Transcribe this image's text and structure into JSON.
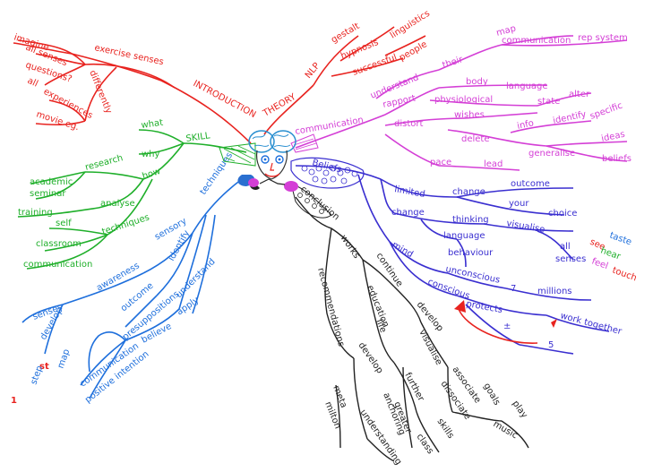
{
  "colors": {
    "introduction": "#e8231f",
    "theory": "#e8231f",
    "communication": "#d43fd6",
    "skill": "#1faf2a",
    "techniques": "#1e6fdc",
    "beliefs": "#3a2fd0",
    "conclusion": "#222222",
    "center": "#2a8fd0"
  },
  "big_label": "1",
  "big_label_sup": "st",
  "big_label_side": "step",
  "branches": {
    "introduction": {
      "title": "INTRODUCTION",
      "exercise": "exercise senses",
      "imagine": "imagine",
      "all_senses": "all senses",
      "questions": "questions?",
      "all": "all",
      "differently": "differently",
      "experiences": "experiences",
      "movie": "movie eg."
    },
    "theory": {
      "title": "THEORY",
      "nlp": "NLP",
      "gestalt": "gestalt",
      "hypnosis": "hypnosis",
      "linguistics": "linguistics",
      "successful": "successful",
      "people": "people"
    },
    "communication": {
      "title": "communication",
      "understand": "understand",
      "their": "their",
      "map": "map",
      "communication2": "communication",
      "rep_system": "rep system",
      "rapport": "rapport",
      "body": "body",
      "language": "language",
      "physiological": "physiological",
      "state": "state",
      "alter": "alter",
      "distort": "distort",
      "wishes": "wishes",
      "delete": "delete",
      "info": "info",
      "identify": "identify",
      "specific": "specific",
      "generalise": "generalise",
      "ideas": "ideas",
      "beliefs": "beliefs",
      "pace": "pace",
      "lead": "lead"
    },
    "skill": {
      "title": "SKILL",
      "what": "what",
      "why": "why",
      "how": "how",
      "research": "research",
      "academic": "academic",
      "seminar": "seminar",
      "training": "training",
      "analyse": "analyse",
      "self": "self",
      "techniques": "techniques",
      "classroom": "classroom",
      "communication": "communication"
    },
    "techniques": {
      "title": "techniques",
      "sensory": "sensory",
      "awareness": "awareness",
      "identify": "identify",
      "outcome": "outcome",
      "understand": "understand",
      "presuppositions": "presuppositions",
      "believe": "believe",
      "apply": "apply",
      "senses": "senses",
      "develop": "develop",
      "map": "map",
      "communication": "communication",
      "positive_intention": "positive intention"
    },
    "beliefs": {
      "title": "Beliefs",
      "limited": "limited",
      "change": "change",
      "outcome": "outcome",
      "your": "your",
      "choice": "choice",
      "change2": "change",
      "thinking": "thinking",
      "visualise": "visualise",
      "language": "language",
      "behaviour": "behaviour",
      "all": "all",
      "senses": "senses",
      "see": "see",
      "hear": "hear",
      "taste": "taste",
      "feel": "feel",
      "touch": "touch",
      "mind": "mind",
      "unconscious": "unconscious",
      "conscious": "conscious",
      "seven": "7",
      "millions": "millions",
      "protects": "protects",
      "plus_minus": "±",
      "five": "5",
      "work_together": "work together"
    },
    "conclusion": {
      "title": "conclusion",
      "works": "works",
      "continue": "continue",
      "recommendations": "recommendations",
      "education": "education",
      "life": "life",
      "develop": "develop",
      "develop2": "develop",
      "visualise": "visualise",
      "further": "further",
      "anchoring": "anchoring",
      "greater": "greater",
      "understanding": "understanding",
      "meta": "meta",
      "milton": "milton",
      "associate": "associate",
      "dissociate": "dissociate",
      "skills": "skills",
      "class": "class",
      "goals": "goals",
      "play": "play",
      "music": "music"
    }
  }
}
